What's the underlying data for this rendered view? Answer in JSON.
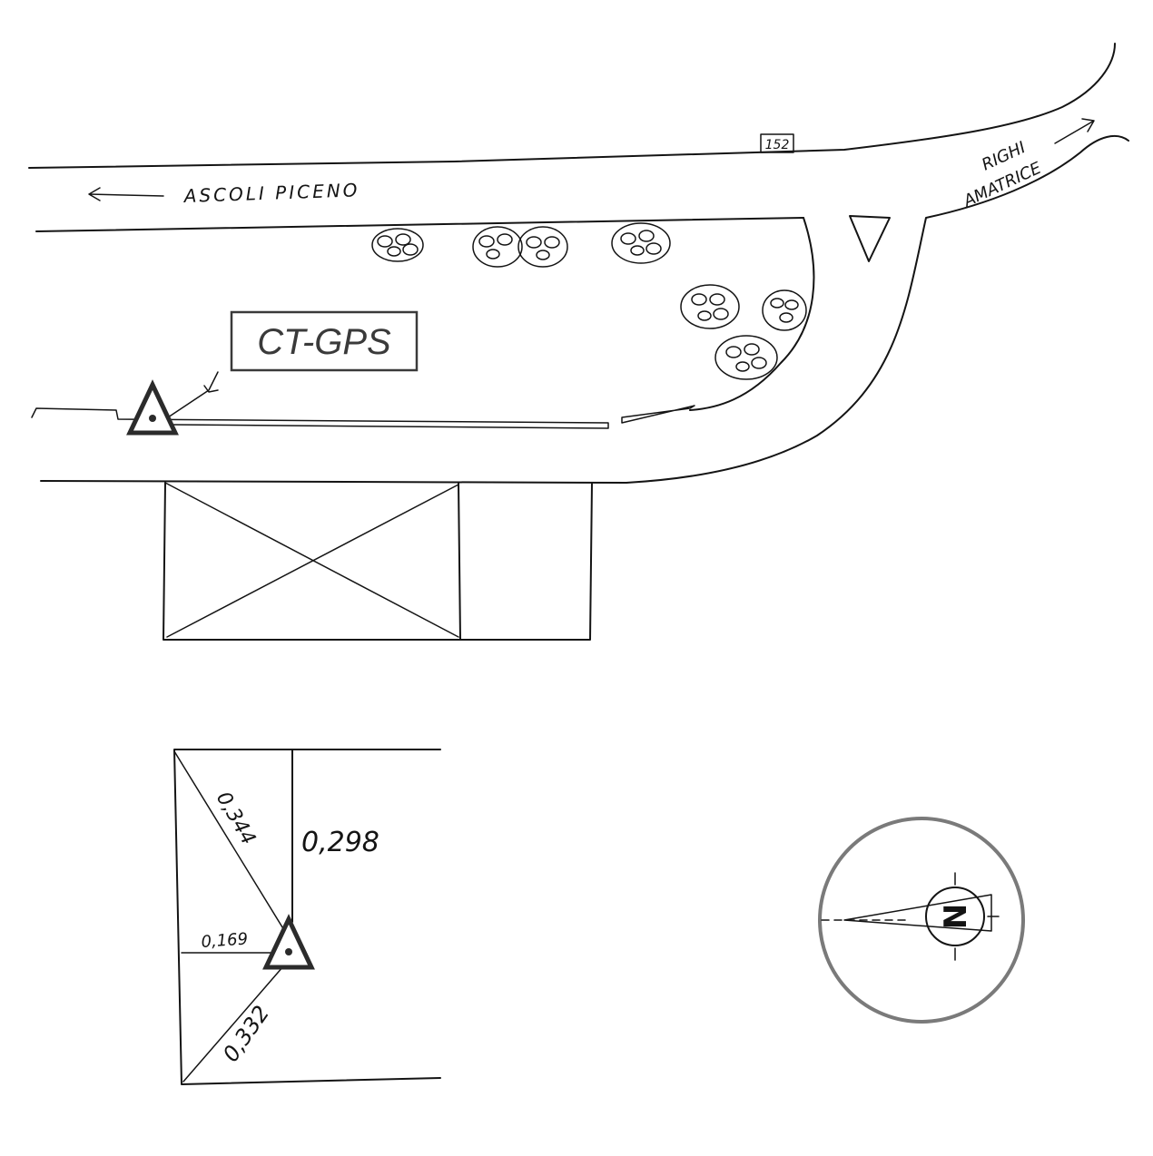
{
  "site_sketch": {
    "station_label": "CT-GPS",
    "road_number": "152",
    "direction_west": "ASCOLI PICENO",
    "direction_east_line1": "RIGHI",
    "direction_east_line2": "AMATRICE"
  },
  "detail_sketch": {
    "distance_diagonal_top": "0,344",
    "distance_vertical": "0,298",
    "distance_horizontal": "0,169",
    "distance_diagonal_bottom": "0,332"
  },
  "compass": {
    "north_letter": "N"
  }
}
